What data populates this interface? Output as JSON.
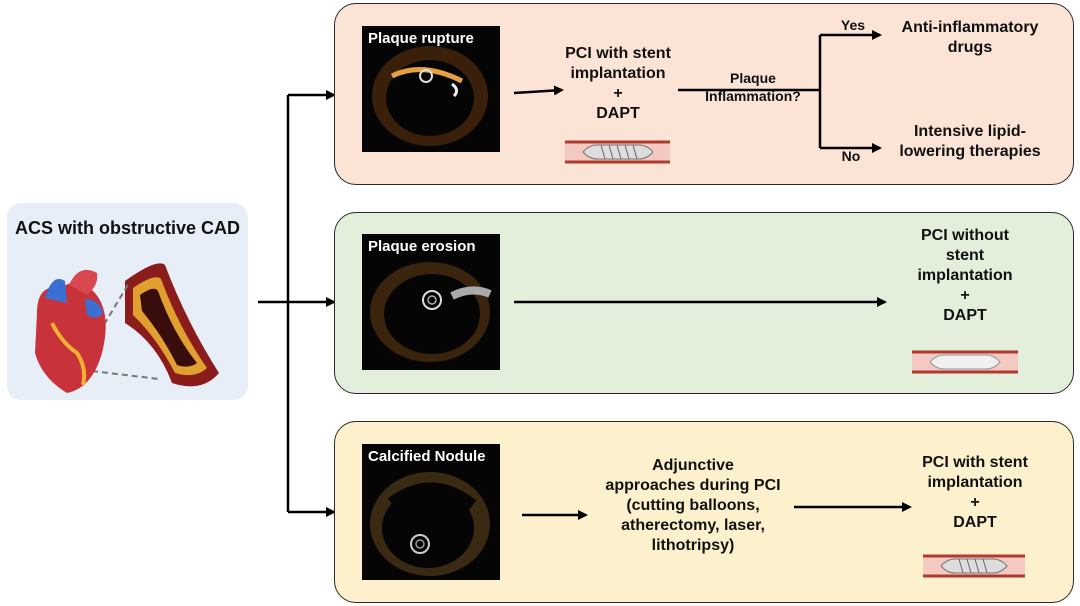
{
  "acs": {
    "title": "ACS with obstructive CAD"
  },
  "rupture": {
    "image_label": "Plaque rupture",
    "treatment": [
      "PCI with stent",
      "implantation",
      "+",
      "DAPT"
    ],
    "question": [
      "Plaque",
      "Inflammation?"
    ],
    "yes_label": "Yes",
    "no_label": "No",
    "yes_outcome": [
      "Anti-inflammatory",
      "drugs"
    ],
    "no_outcome": [
      "Intensive lipid-",
      "lowering therapies"
    ]
  },
  "erosion": {
    "image_label": "Plaque erosion",
    "treatment": [
      "PCI without",
      "stent",
      "implantation",
      "+",
      "DAPT"
    ]
  },
  "nodule": {
    "image_label": "Calcified Nodule",
    "adjunct": [
      "Adjunctive",
      "approaches during PCI",
      "(cutting balloons,",
      "atherectomy, laser,",
      "lithotripsy)"
    ],
    "treatment": [
      "PCI with stent",
      "implantation",
      "+",
      "DAPT"
    ]
  },
  "colors": {
    "rupture_bg": "#fbe3d6",
    "erosion_bg": "#e3efda",
    "nodule_bg": "#fdf0cc",
    "acs_bg": "#e8eef8"
  }
}
